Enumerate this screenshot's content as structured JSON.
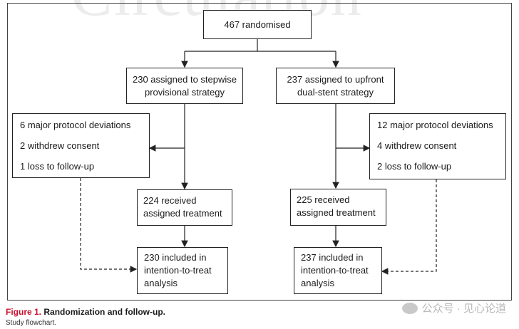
{
  "watermark_top": "Circulation",
  "nodes": {
    "randomised": "467 randomised",
    "stepwise": [
      "230 assigned to stepwise",
      "provisional strategy"
    ],
    "upfront": [
      "237 assigned to upfront",
      "dual-stent strategy"
    ],
    "left_exclusions": [
      "6 major protocol deviations",
      "2 withdrew consent",
      "1 loss to follow-up"
    ],
    "right_exclusions": [
      "12 major protocol deviations",
      "4 withdrew consent",
      "2 loss to follow-up"
    ],
    "left_received": [
      "224 received",
      "assigned treatment"
    ],
    "right_received": [
      "225 received",
      "assigned treatment"
    ],
    "left_itt": [
      "230 included in",
      "intention-to-treat",
      "analysis"
    ],
    "right_itt": [
      "237 included in",
      "intention-to-treat",
      "analysis"
    ]
  },
  "caption": {
    "figure": "Figure 1.",
    "title": "Randomization and follow-up.",
    "subtitle": "Study flowchart."
  },
  "watermark": "公众号 · 见心论道"
}
